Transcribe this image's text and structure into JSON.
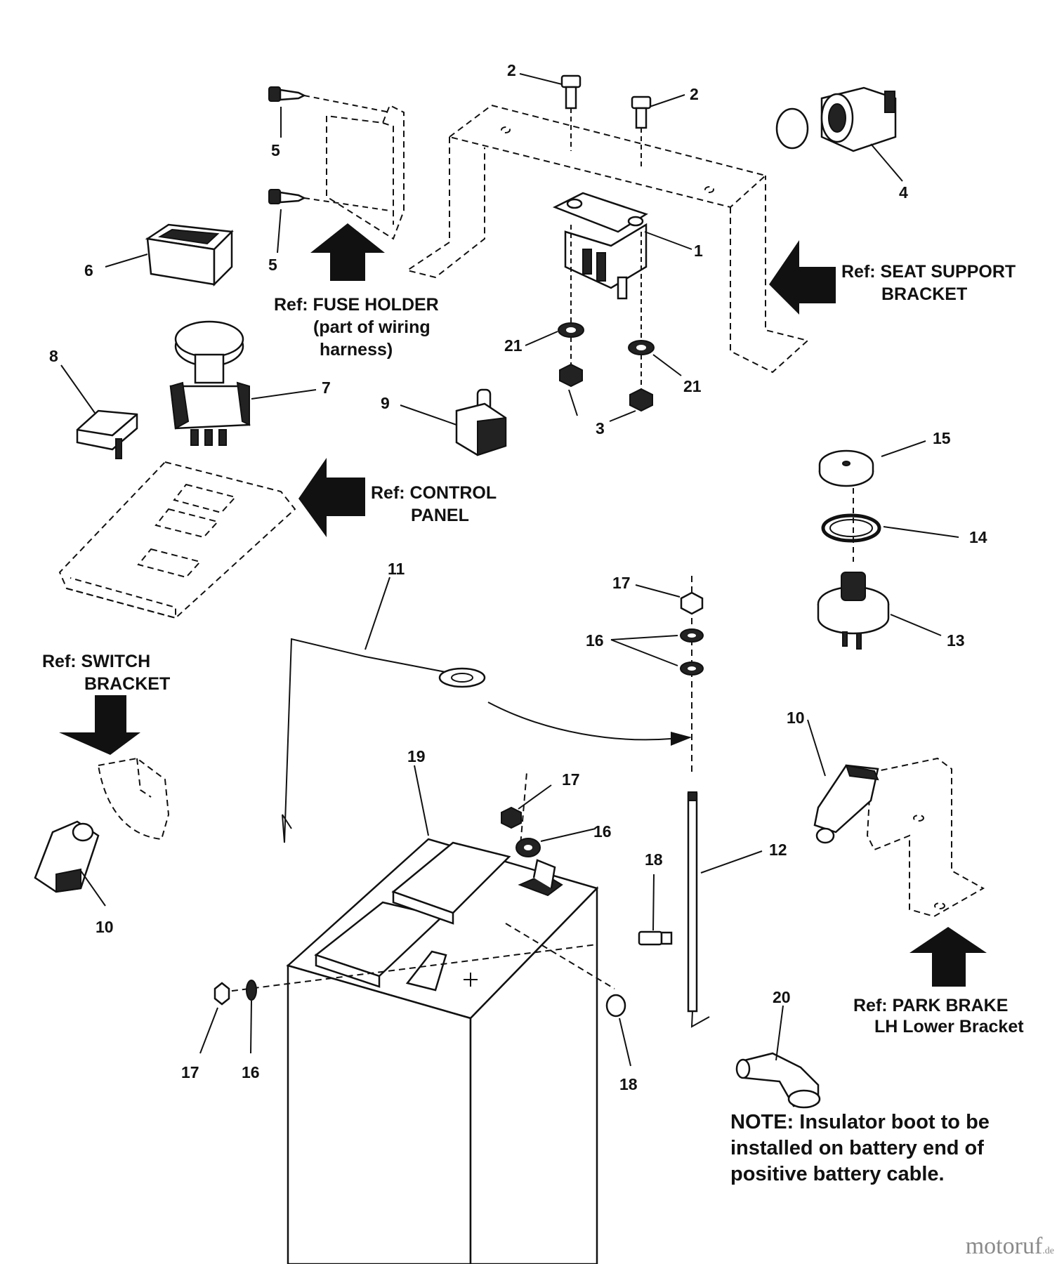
{
  "callouts": {
    "c1": "1",
    "c2a": "2",
    "c2b": "2",
    "c3": "3",
    "c4": "4",
    "c5a": "5",
    "c5b": "5",
    "c6": "6",
    "c7": "7",
    "c8": "8",
    "c9": "9",
    "c10a": "10",
    "c10b": "10",
    "c11": "11",
    "c12": "12",
    "c13": "13",
    "c14": "14",
    "c15": "15",
    "c16a": "16",
    "c16b": "16",
    "c16c": "16",
    "c17a": "17",
    "c17b": "17",
    "c17c": "17",
    "c18a": "18",
    "c18b": "18",
    "c19": "19",
    "c20": "20",
    "c21a": "21",
    "c21b": "21"
  },
  "refs": {
    "fuse_holder": [
      "Ref: FUSE HOLDER",
      "(part of wiring",
      "harness)"
    ],
    "seat_support": [
      "Ref: SEAT SUPPORT",
      "BRACKET"
    ],
    "control_panel": [
      "Ref: CONTROL",
      "PANEL"
    ],
    "switch_bracket": [
      "Ref: SWITCH",
      "BRACKET"
    ],
    "park_brake": [
      "Ref: PARK BRAKE",
      "LH Lower Bracket"
    ]
  },
  "note": [
    "NOTE: Insulator boot to be",
    "installed on battery end of",
    "positive battery cable."
  ],
  "watermark": {
    "main": "motoruf",
    "suffix": ".de"
  }
}
